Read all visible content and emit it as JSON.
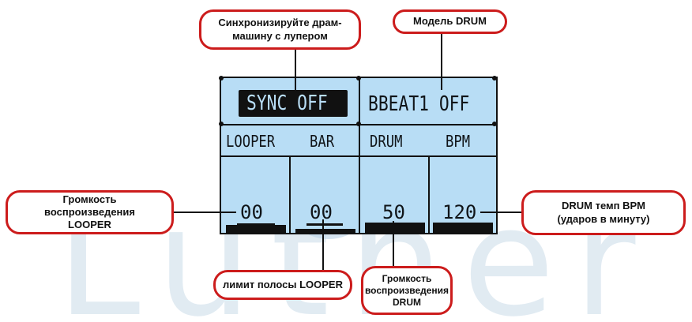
{
  "watermark": {
    "text": "Luther"
  },
  "display": {
    "sync_label": "SYNC OFF",
    "model_label": "BBEAT1  OFF",
    "col_looper": "LOOPER",
    "col_bar": "BAR",
    "col_drum": "DRUM",
    "col_bpm": "BPM",
    "looper_value": "00",
    "bar_value": "00",
    "drum_value": "50",
    "bpm_value": "120",
    "levels": {
      "looper": 0.3,
      "bar": 0.0,
      "drum": 0.5,
      "bpm": 0.5
    }
  },
  "callouts": {
    "sync": "Синхронизируйте драм-\nмашину с лупером",
    "model": "Модель DRUM",
    "looper_volume": "Громкость\nвоспроизведения\nLOOPER",
    "bar_limit": "лимит полосы LOOPER",
    "drum_volume": "Громкость\nвоспроизведения\nDRUM",
    "bpm": "DRUM темп BPM\n(ударов в минуту)"
  }
}
